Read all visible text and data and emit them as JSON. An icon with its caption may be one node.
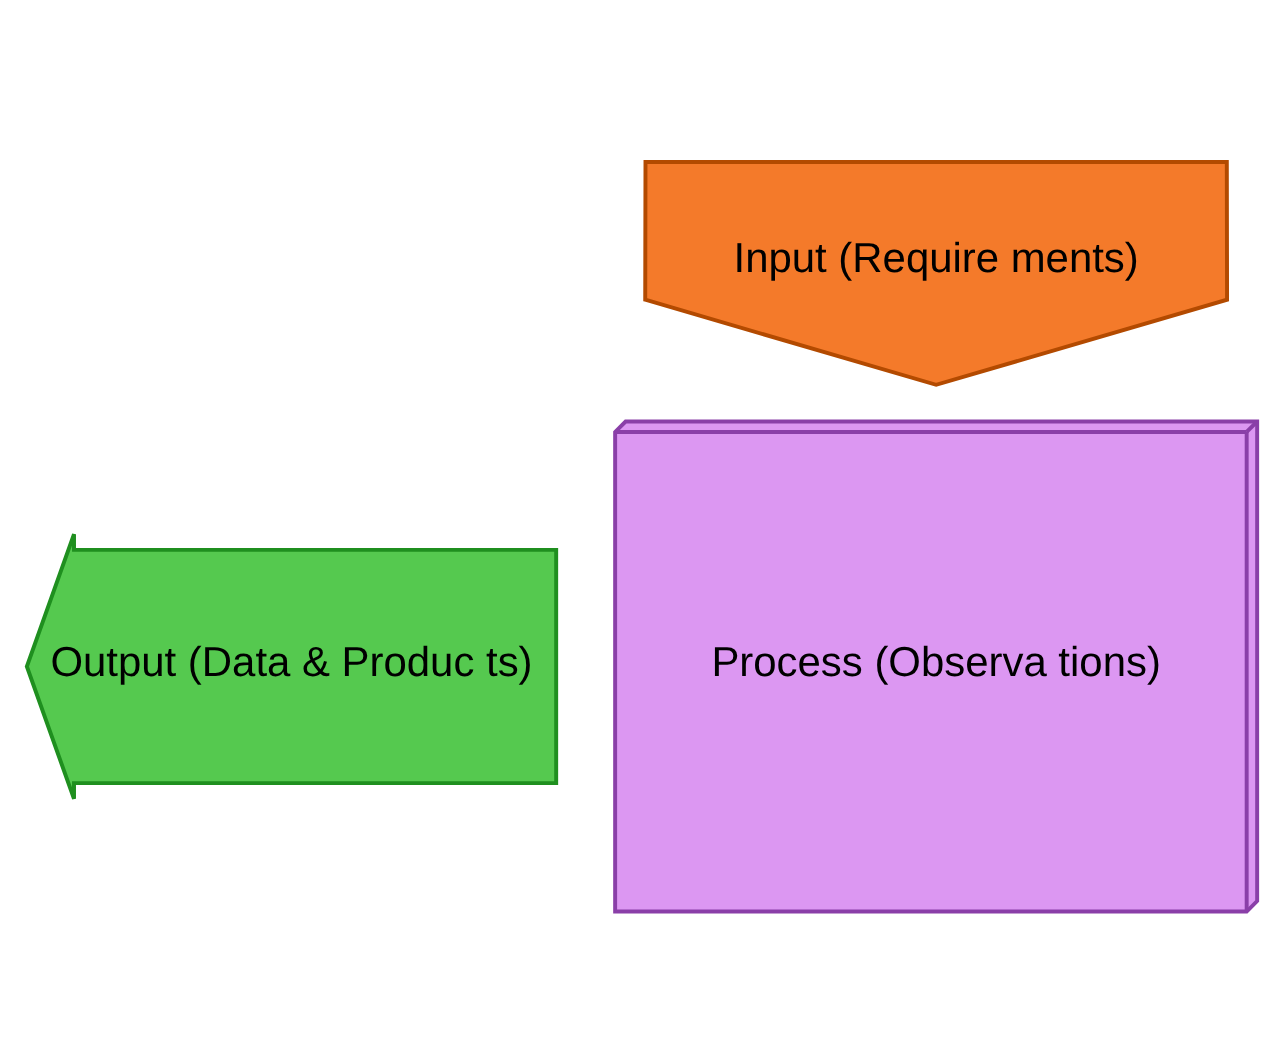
{
  "diagram": {
    "nodes": [
      {
        "text": [
          "Input (Require ments)"
        ]
      },
      {
        "text": [
          "Process (Observa tions)"
        ]
      },
      {
        "text": [
          "Output (Data & Produc ts)"
        ]
      }
    ],
    "edges": []
  }
}
